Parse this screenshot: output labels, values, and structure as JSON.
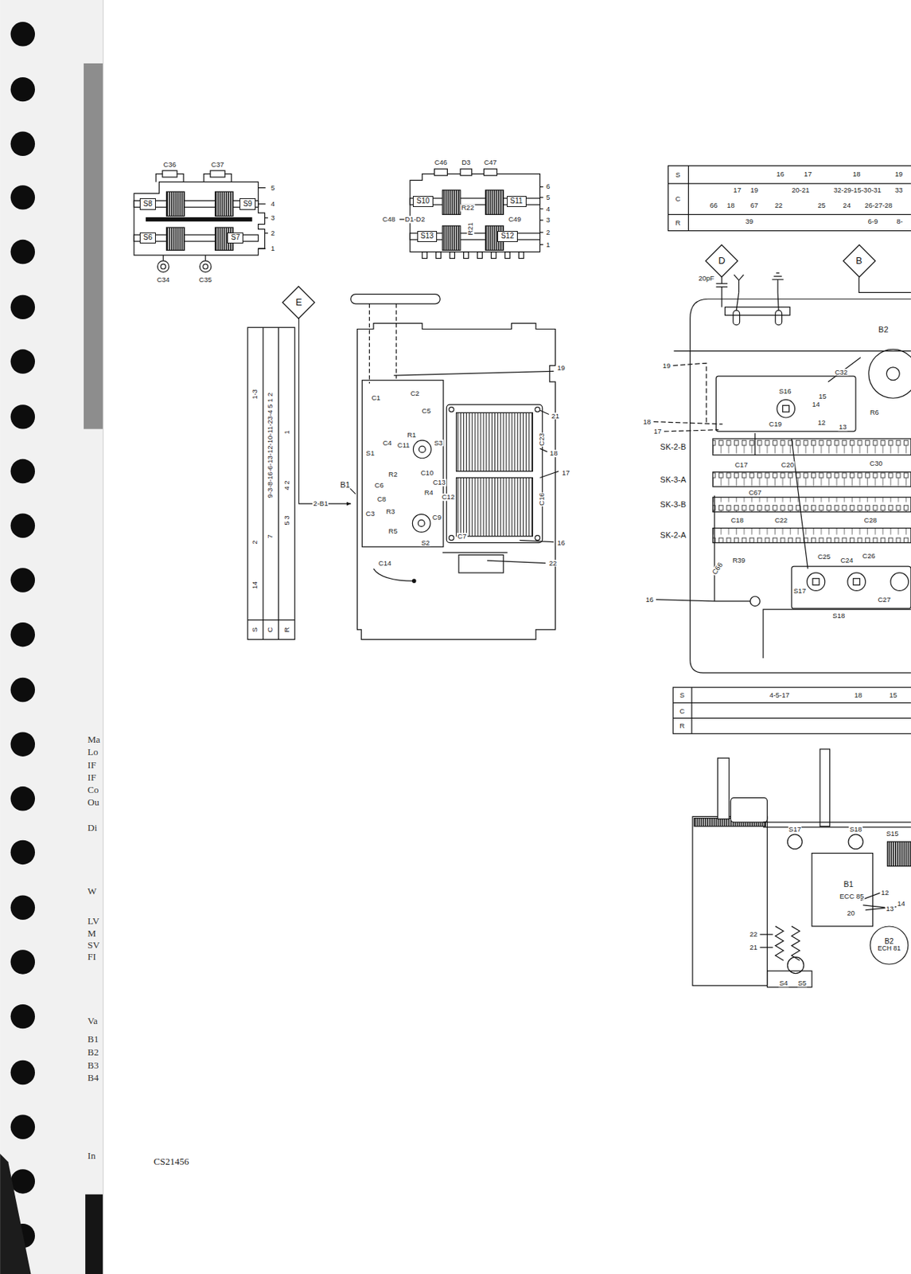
{
  "diagram": {
    "nodes": [
      {
        "text": [
          "S8"
        ]
      },
      {
        "text": [
          "S9"
        ]
      },
      {
        "text": [
          "S6"
        ]
      },
      {
        "text": [
          "S7"
        ]
      },
      {
        "text": [
          "S10"
        ]
      },
      {
        "text": [
          "S11"
        ]
      },
      {
        "text": [
          "S13"
        ]
      },
      {
        "text": [
          "S12"
        ]
      },
      {
        "text": [
          "E"
        ]
      },
      {
        "text": [
          "D"
        ]
      },
      {
        "text": [
          "B"
        ]
      },
      {
        "text": [
          "B2",
          "ECH 81"
        ]
      }
    ],
    "labels": [
      "C36",
      "C37",
      "5",
      "4",
      "3",
      "2",
      "1",
      "C34",
      "C35",
      "C46",
      "D3",
      "C47",
      "C48",
      "D1-D2",
      "R22",
      "R21",
      "C49",
      "6",
      "5",
      "4",
      "3",
      "2",
      "1",
      "S",
      "C",
      "R",
      "16",
      "17",
      "18",
      "19",
      "17",
      "19",
      "20-21",
      "32-29-15-30-31",
      "33",
      "66",
      "18",
      "67",
      "22",
      "25",
      "24",
      "26-27-28",
      "39",
      "6-9",
      "8-",
      "S",
      "C",
      "R",
      "1-3",
      "2",
      "14",
      "9-3-8-16-6-13-12-10-11-23-4 5 1 2",
      "7",
      "1",
      "4 2",
      "5 3",
      "2-B1",
      "B1",
      "C1",
      "C2",
      "C5",
      "C11",
      "S1",
      "C4",
      "R1",
      "S3",
      "R2",
      "C10",
      "C13",
      "R4",
      "C3",
      "C6",
      "C8",
      "R3",
      "C9",
      "R5",
      "S2",
      "C7",
      "C12",
      "C16",
      "C23",
      "C14",
      "19",
      "21",
      "18",
      "17",
      "16",
      "22",
      "20pF",
      "B2",
      "19",
      "18",
      "17",
      "C32",
      "S16",
      "15",
      "C19",
      "14",
      "12",
      "13",
      "R6",
      "SK-2-B",
      "SK-3-A",
      "SK-3-B",
      "SK-2-A",
      "C17",
      "C20",
      "C30",
      "C67",
      "C22",
      "C28",
      "C18",
      "C66",
      "R39",
      "C25",
      "C24",
      "C26",
      "S17",
      "C27",
      "S18",
      "16",
      "S",
      "C",
      "R",
      "4-5-17",
      "18",
      "15",
      "S17",
      "S18",
      "S15",
      "B1",
      "ECC 85",
      "12",
      "13",
      "14",
      "20",
      "22",
      "21",
      "S4",
      "S5",
      "Ma",
      "Lo",
      "IF",
      "IF",
      "Co",
      "Ou",
      "Di",
      "W",
      "LV",
      "M",
      "SV",
      "FI",
      "Va",
      "B1",
      "B2",
      "B3",
      "B4",
      "In",
      "CS21456"
    ]
  }
}
